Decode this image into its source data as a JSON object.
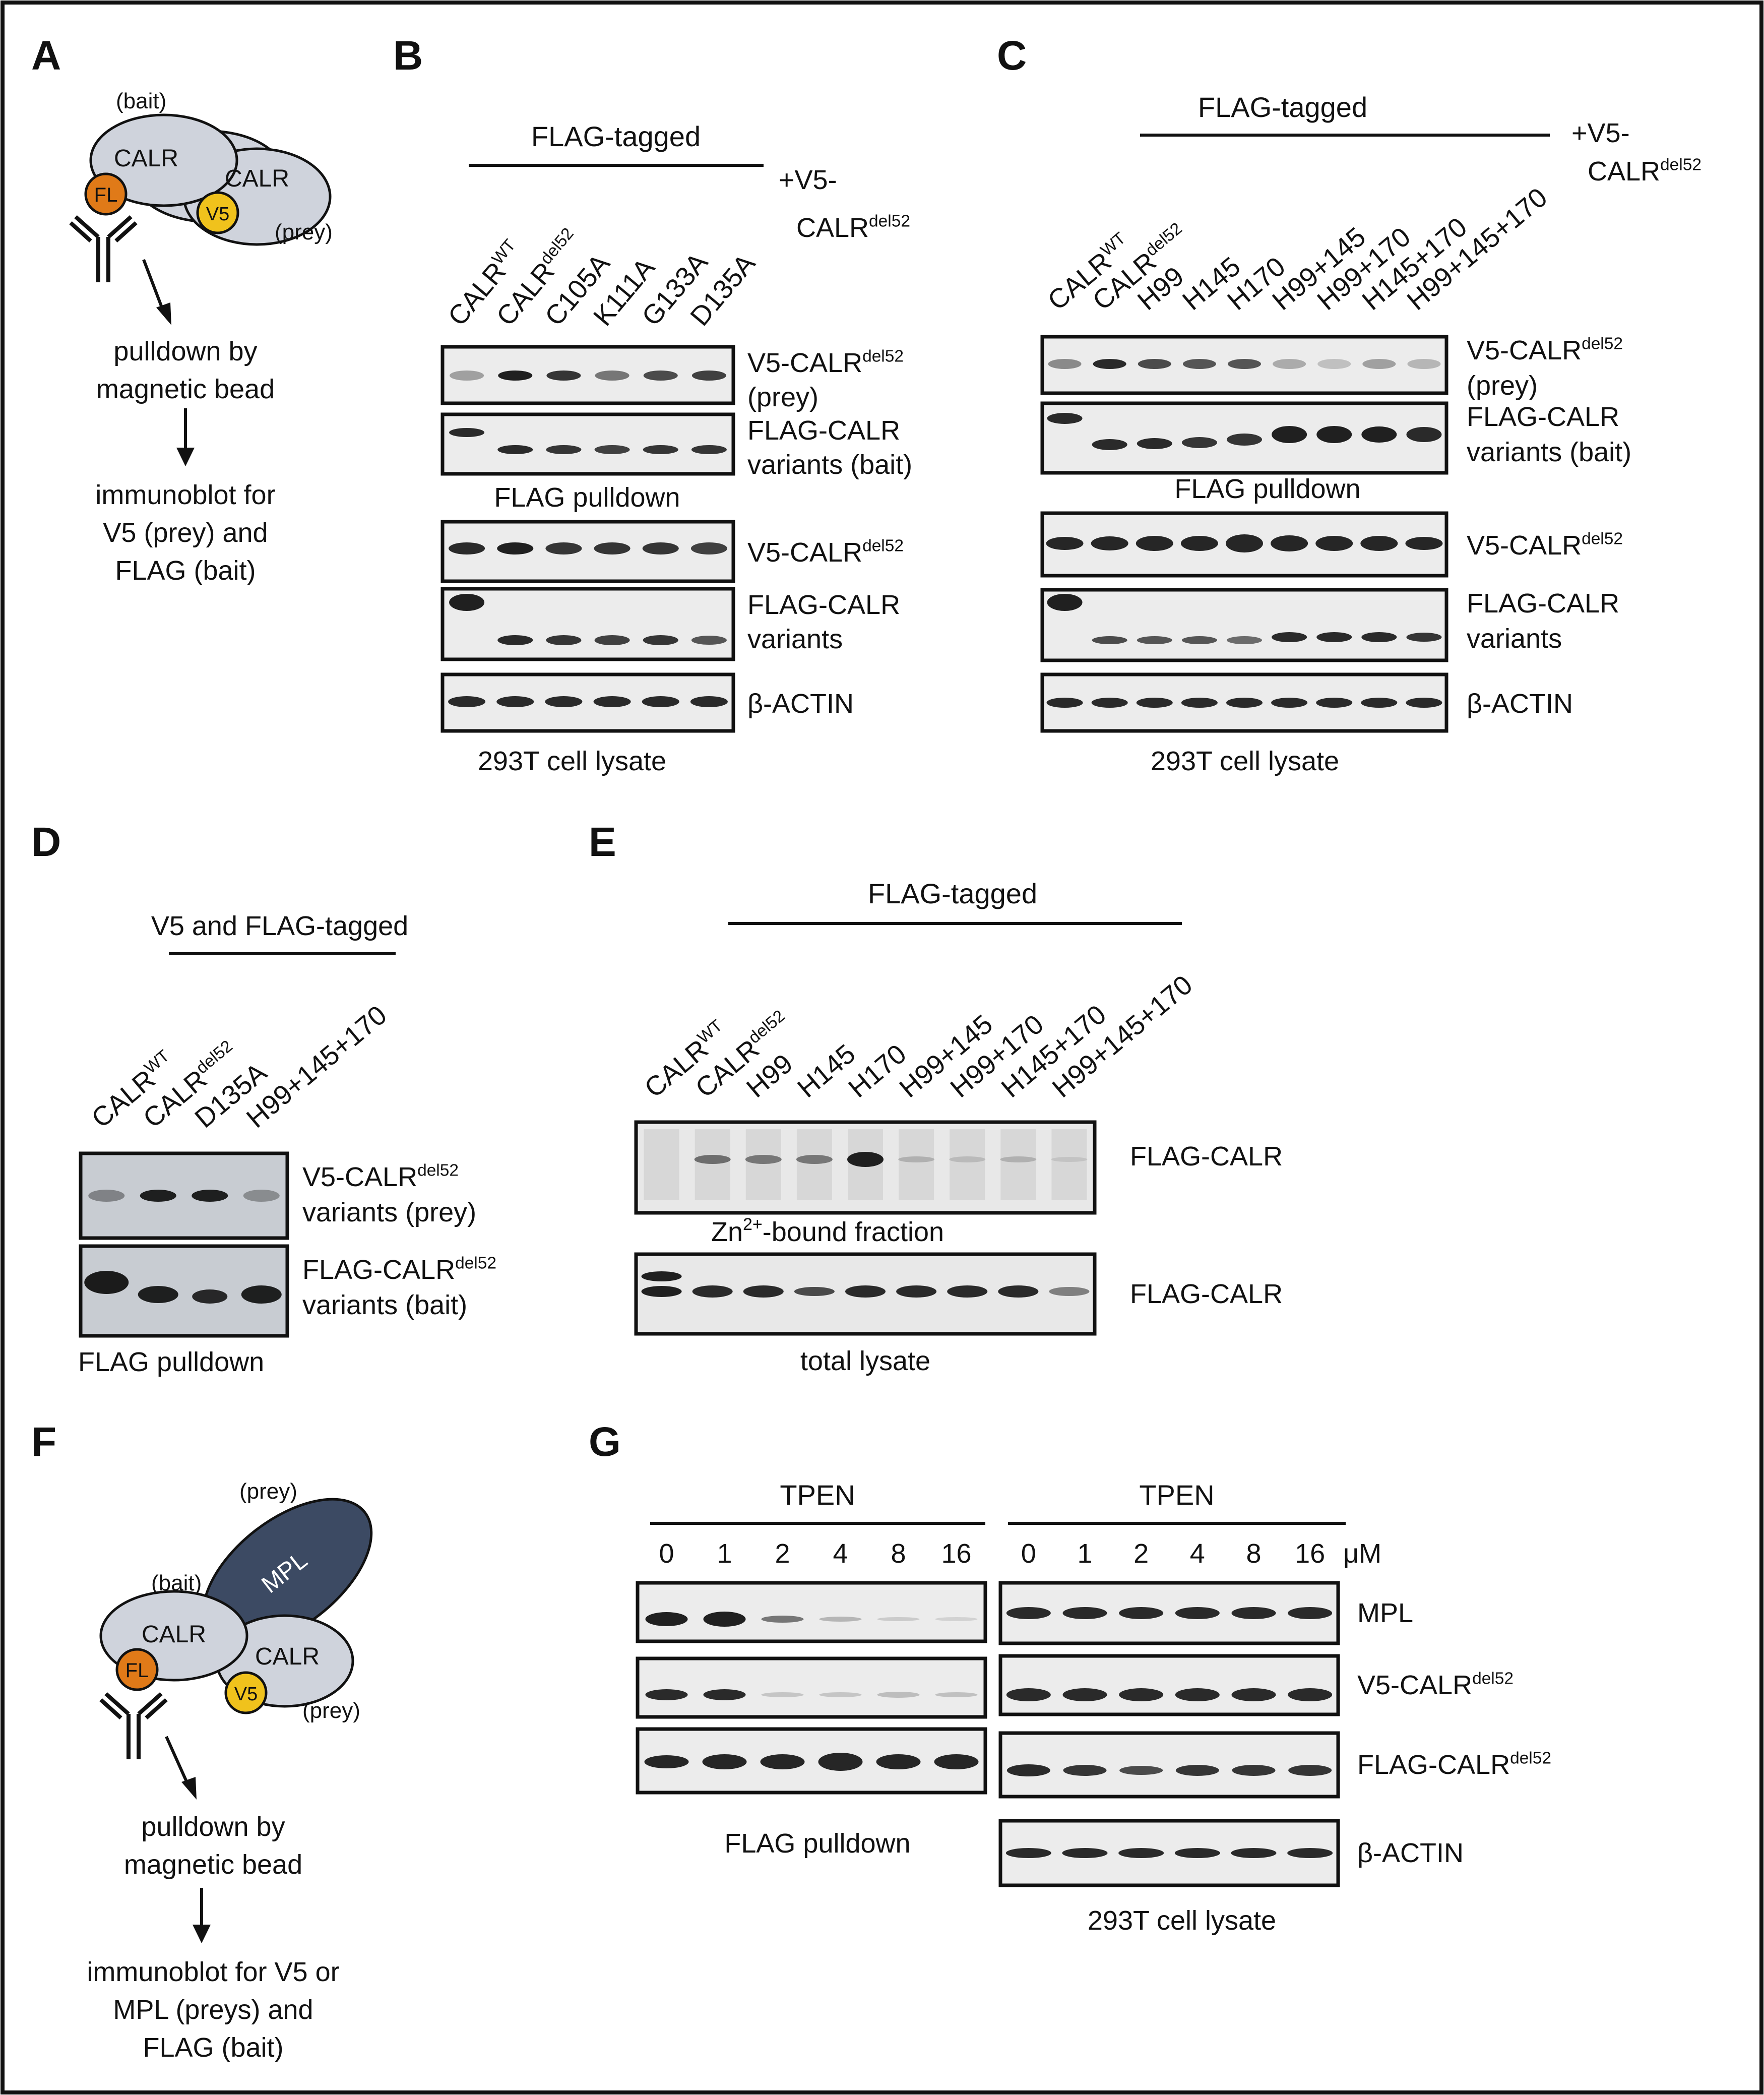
{
  "panel_letters": {
    "A": "A",
    "B": "B",
    "C": "C",
    "D": "D",
    "E": "E",
    "F": "F",
    "G": "G"
  },
  "panelA": {
    "bait": "(bait)",
    "prey": "(prey)",
    "calr": "CALR",
    "fl": "FL",
    "v5": "V5",
    "step1": [
      "pulldown by",
      "magnetic bead"
    ],
    "step2": [
      "immunoblot for",
      "V5 (prey) and",
      "FLAG (bait)"
    ]
  },
  "panelB": {
    "header": "FLAG-tagged",
    "plus": "+V5-",
    "plus2": "CALR",
    "plus2_sup": "del52",
    "lanes": [
      {
        "base": "CALR",
        "sup": "WT"
      },
      {
        "base": "CALR",
        "sup": "del52"
      },
      {
        "base": "C105A",
        "sup": ""
      },
      {
        "base": "K111A",
        "sup": ""
      },
      {
        "base": "G133A",
        "sup": ""
      },
      {
        "base": "D135A",
        "sup": ""
      }
    ],
    "blots": [
      {
        "l1": "V5-CALR",
        "l1sup": "del52",
        "l2": "(prey)"
      },
      {
        "l1": "FLAG-CALR",
        "l1sup": "",
        "l2": "variants (bait)"
      },
      {
        "l1": "V5-CALR",
        "l1sup": "del52",
        "l2": ""
      },
      {
        "l1": "FLAG-CALR",
        "l1sup": "",
        "l2": "variants"
      },
      {
        "l1": "β-ACTIN",
        "l1sup": "",
        "l2": ""
      }
    ],
    "pulldown": "FLAG pulldown",
    "lysate": "293T cell lysate"
  },
  "panelC": {
    "header": "FLAG-tagged",
    "plus": "+V5-",
    "plus2": "CALR",
    "plus2_sup": "del52",
    "lanes": [
      {
        "base": "CALR",
        "sup": "WT"
      },
      {
        "base": "CALR",
        "sup": "del52"
      },
      {
        "base": "H99",
        "sup": ""
      },
      {
        "base": "H145",
        "sup": ""
      },
      {
        "base": "H170",
        "sup": ""
      },
      {
        "base": "H99+145",
        "sup": ""
      },
      {
        "base": "H99+170",
        "sup": ""
      },
      {
        "base": "H145+170",
        "sup": ""
      },
      {
        "base": "H99+145+170",
        "sup": ""
      }
    ],
    "blots": [
      {
        "l1": "V5-CALR",
        "l1sup": "del52",
        "l2": "(prey)"
      },
      {
        "l1": "FLAG-CALR",
        "l1sup": "",
        "l2": "variants (bait)"
      },
      {
        "l1": "V5-CALR",
        "l1sup": "del52",
        "l2": ""
      },
      {
        "l1": "FLAG-CALR",
        "l1sup": "",
        "l2": "variants"
      },
      {
        "l1": "β-ACTIN",
        "l1sup": "",
        "l2": ""
      }
    ],
    "pulldown": "FLAG pulldown",
    "lysate": "293T cell lysate"
  },
  "panelD": {
    "header": "V5 and FLAG-tagged",
    "lanes": [
      {
        "base": "CALR",
        "sup": "WT"
      },
      {
        "base": "CALR",
        "sup": "del52"
      },
      {
        "base": "D135A",
        "sup": ""
      },
      {
        "base": "H99+145+170",
        "sup": ""
      }
    ],
    "blots": [
      {
        "l1": "V5-CALR",
        "l1sup": "del52",
        "l2": "variants (prey)"
      },
      {
        "l1": "FLAG-CALR",
        "l1sup": "del52",
        "l2": "variants (bait)"
      }
    ],
    "pulldown": "FLAG pulldown"
  },
  "panelE": {
    "header": "FLAG-tagged",
    "lanes": [
      {
        "base": "CALR",
        "sup": "WT"
      },
      {
        "base": "CALR",
        "sup": "del52"
      },
      {
        "base": "H99",
        "sup": ""
      },
      {
        "base": "H145",
        "sup": ""
      },
      {
        "base": "H170",
        "sup": ""
      },
      {
        "base": "H99+145",
        "sup": ""
      },
      {
        "base": "H99+170",
        "sup": ""
      },
      {
        "base": "H145+170",
        "sup": ""
      },
      {
        "base": "H99+145+170",
        "sup": ""
      }
    ],
    "blot_label": "FLAG-CALR",
    "zn_pre": "Zn",
    "zn_sup": "2+",
    "zn_post": "-bound fraction",
    "total": "total lysate"
  },
  "panelF": {
    "bait": "(bait)",
    "prey": "(prey)",
    "prey2": "(prey)",
    "calr": "CALR",
    "mpl": "MPL",
    "fl": "FL",
    "v5": "V5",
    "step1": [
      "pulldown by",
      "magnetic bead"
    ],
    "step2": [
      "immunoblot for V5 or",
      "MPL (preys) and",
      "FLAG (bait)"
    ]
  },
  "panelG": {
    "tpen": "TPEN",
    "conc": [
      "0",
      "1",
      "2",
      "4",
      "8",
      "16"
    ],
    "unit": "μM",
    "blots": [
      {
        "l1": "MPL",
        "l1sup": ""
      },
      {
        "l1": "V5-CALR",
        "l1sup": "del52"
      },
      {
        "l1": "FLAG-CALR",
        "l1sup": "del52"
      },
      {
        "l1": "β-ACTIN",
        "l1sup": ""
      }
    ],
    "pulldown": "FLAG pulldown",
    "lysate": "293T cell lysate"
  },
  "colors": {
    "calr": "#cfd3dc",
    "mpl": "#3c4a63",
    "fl": "#e07a18",
    "v5": "#f0c21c",
    "blot_bg": "#ececec",
    "band": "#151515"
  }
}
